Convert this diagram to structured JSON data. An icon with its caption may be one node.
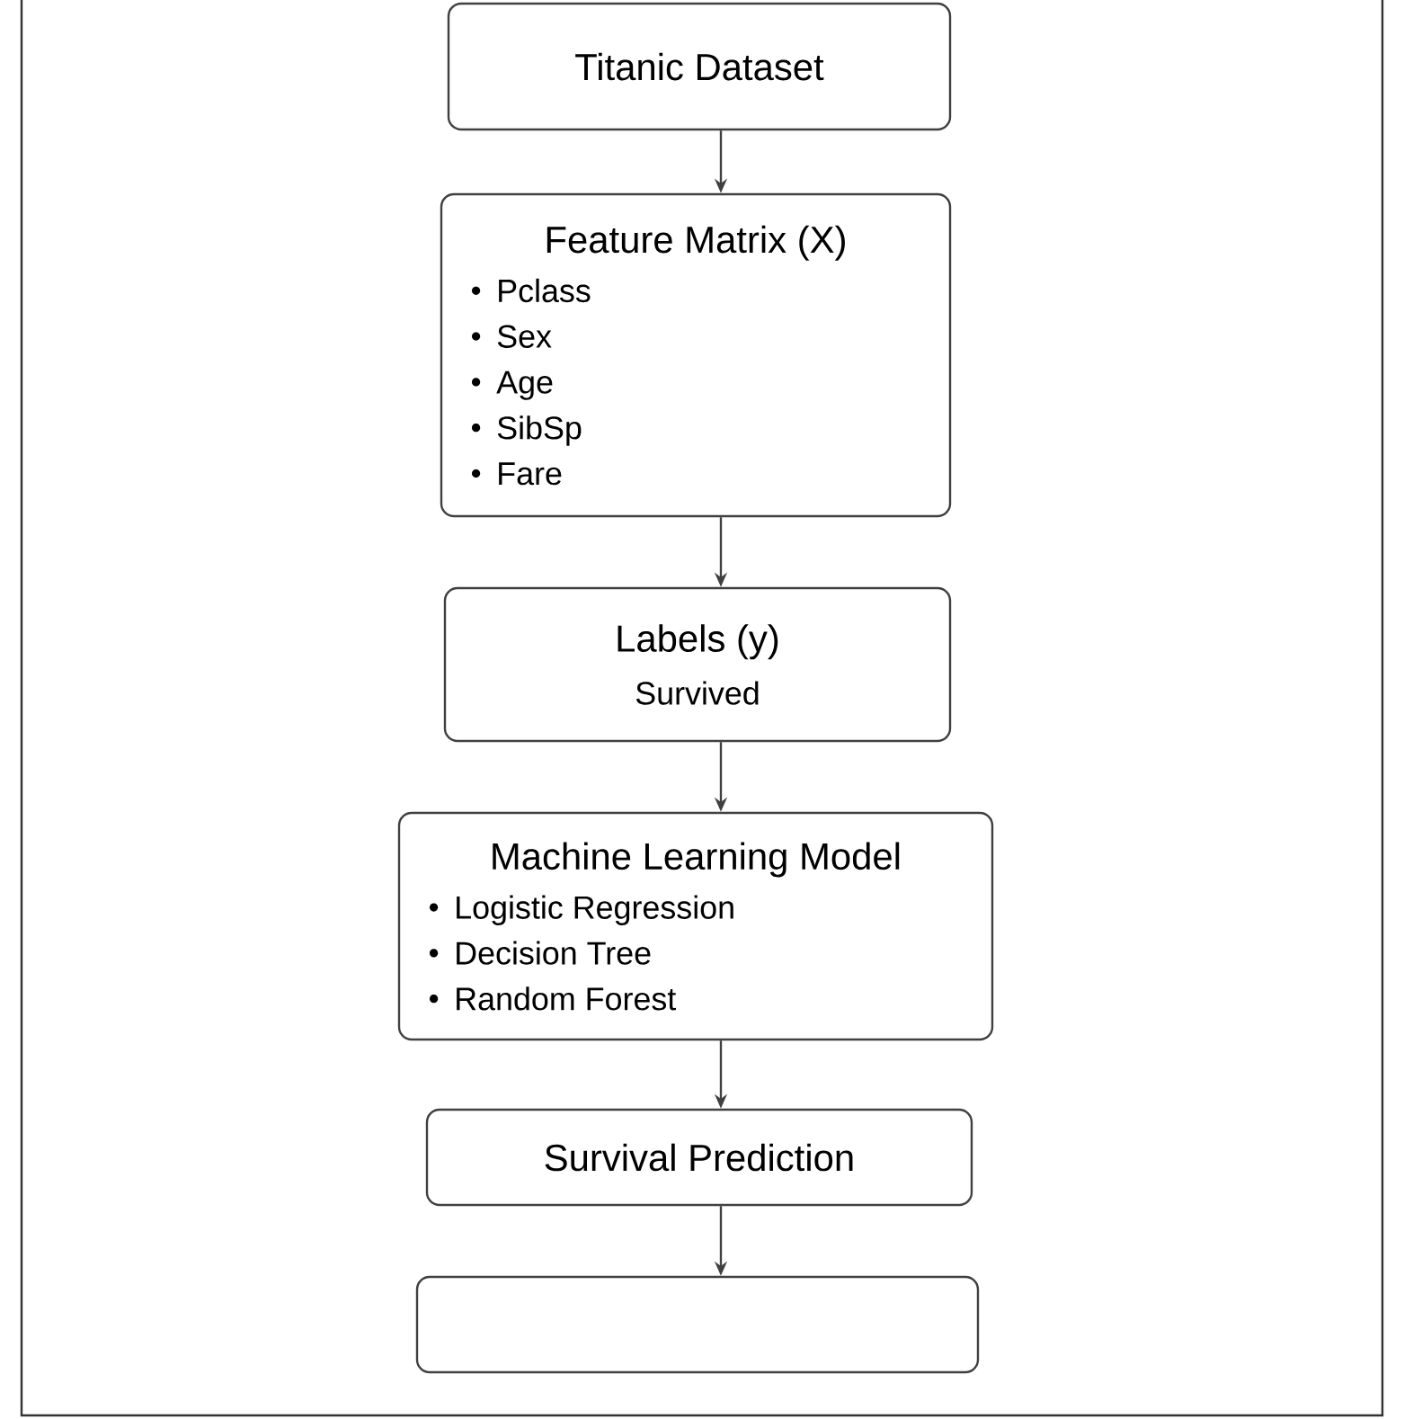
{
  "diagram": {
    "nodes": [
      {
        "text": [
          "Titanic Dataset"
        ]
      },
      {
        "text": [
          "Feature Matrix (X)",
          "Pclass",
          "Sex",
          "Age",
          "SibSp",
          "Fare"
        ]
      },
      {
        "text": [
          "Labels (y)",
          "Survived"
        ]
      },
      {
        "text": [
          "Machine Learning Model",
          "Logistic Regression",
          "Decision Tree",
          "Random Forest"
        ]
      },
      {
        "text": [
          "Survival Prediction"
        ]
      },
      {
        "text": [],
        "shape": "box"
      }
    ],
    "edges": [
      {
        "from": 0,
        "to": 1,
        "arrow": "to"
      },
      {
        "from": 1,
        "to": 2,
        "arrow": "to"
      },
      {
        "from": 2,
        "to": 3,
        "arrow": "to"
      },
      {
        "from": 3,
        "to": 4,
        "arrow": "to"
      },
      {
        "from": 4,
        "to": 5,
        "arrow": "to"
      }
    ]
  }
}
